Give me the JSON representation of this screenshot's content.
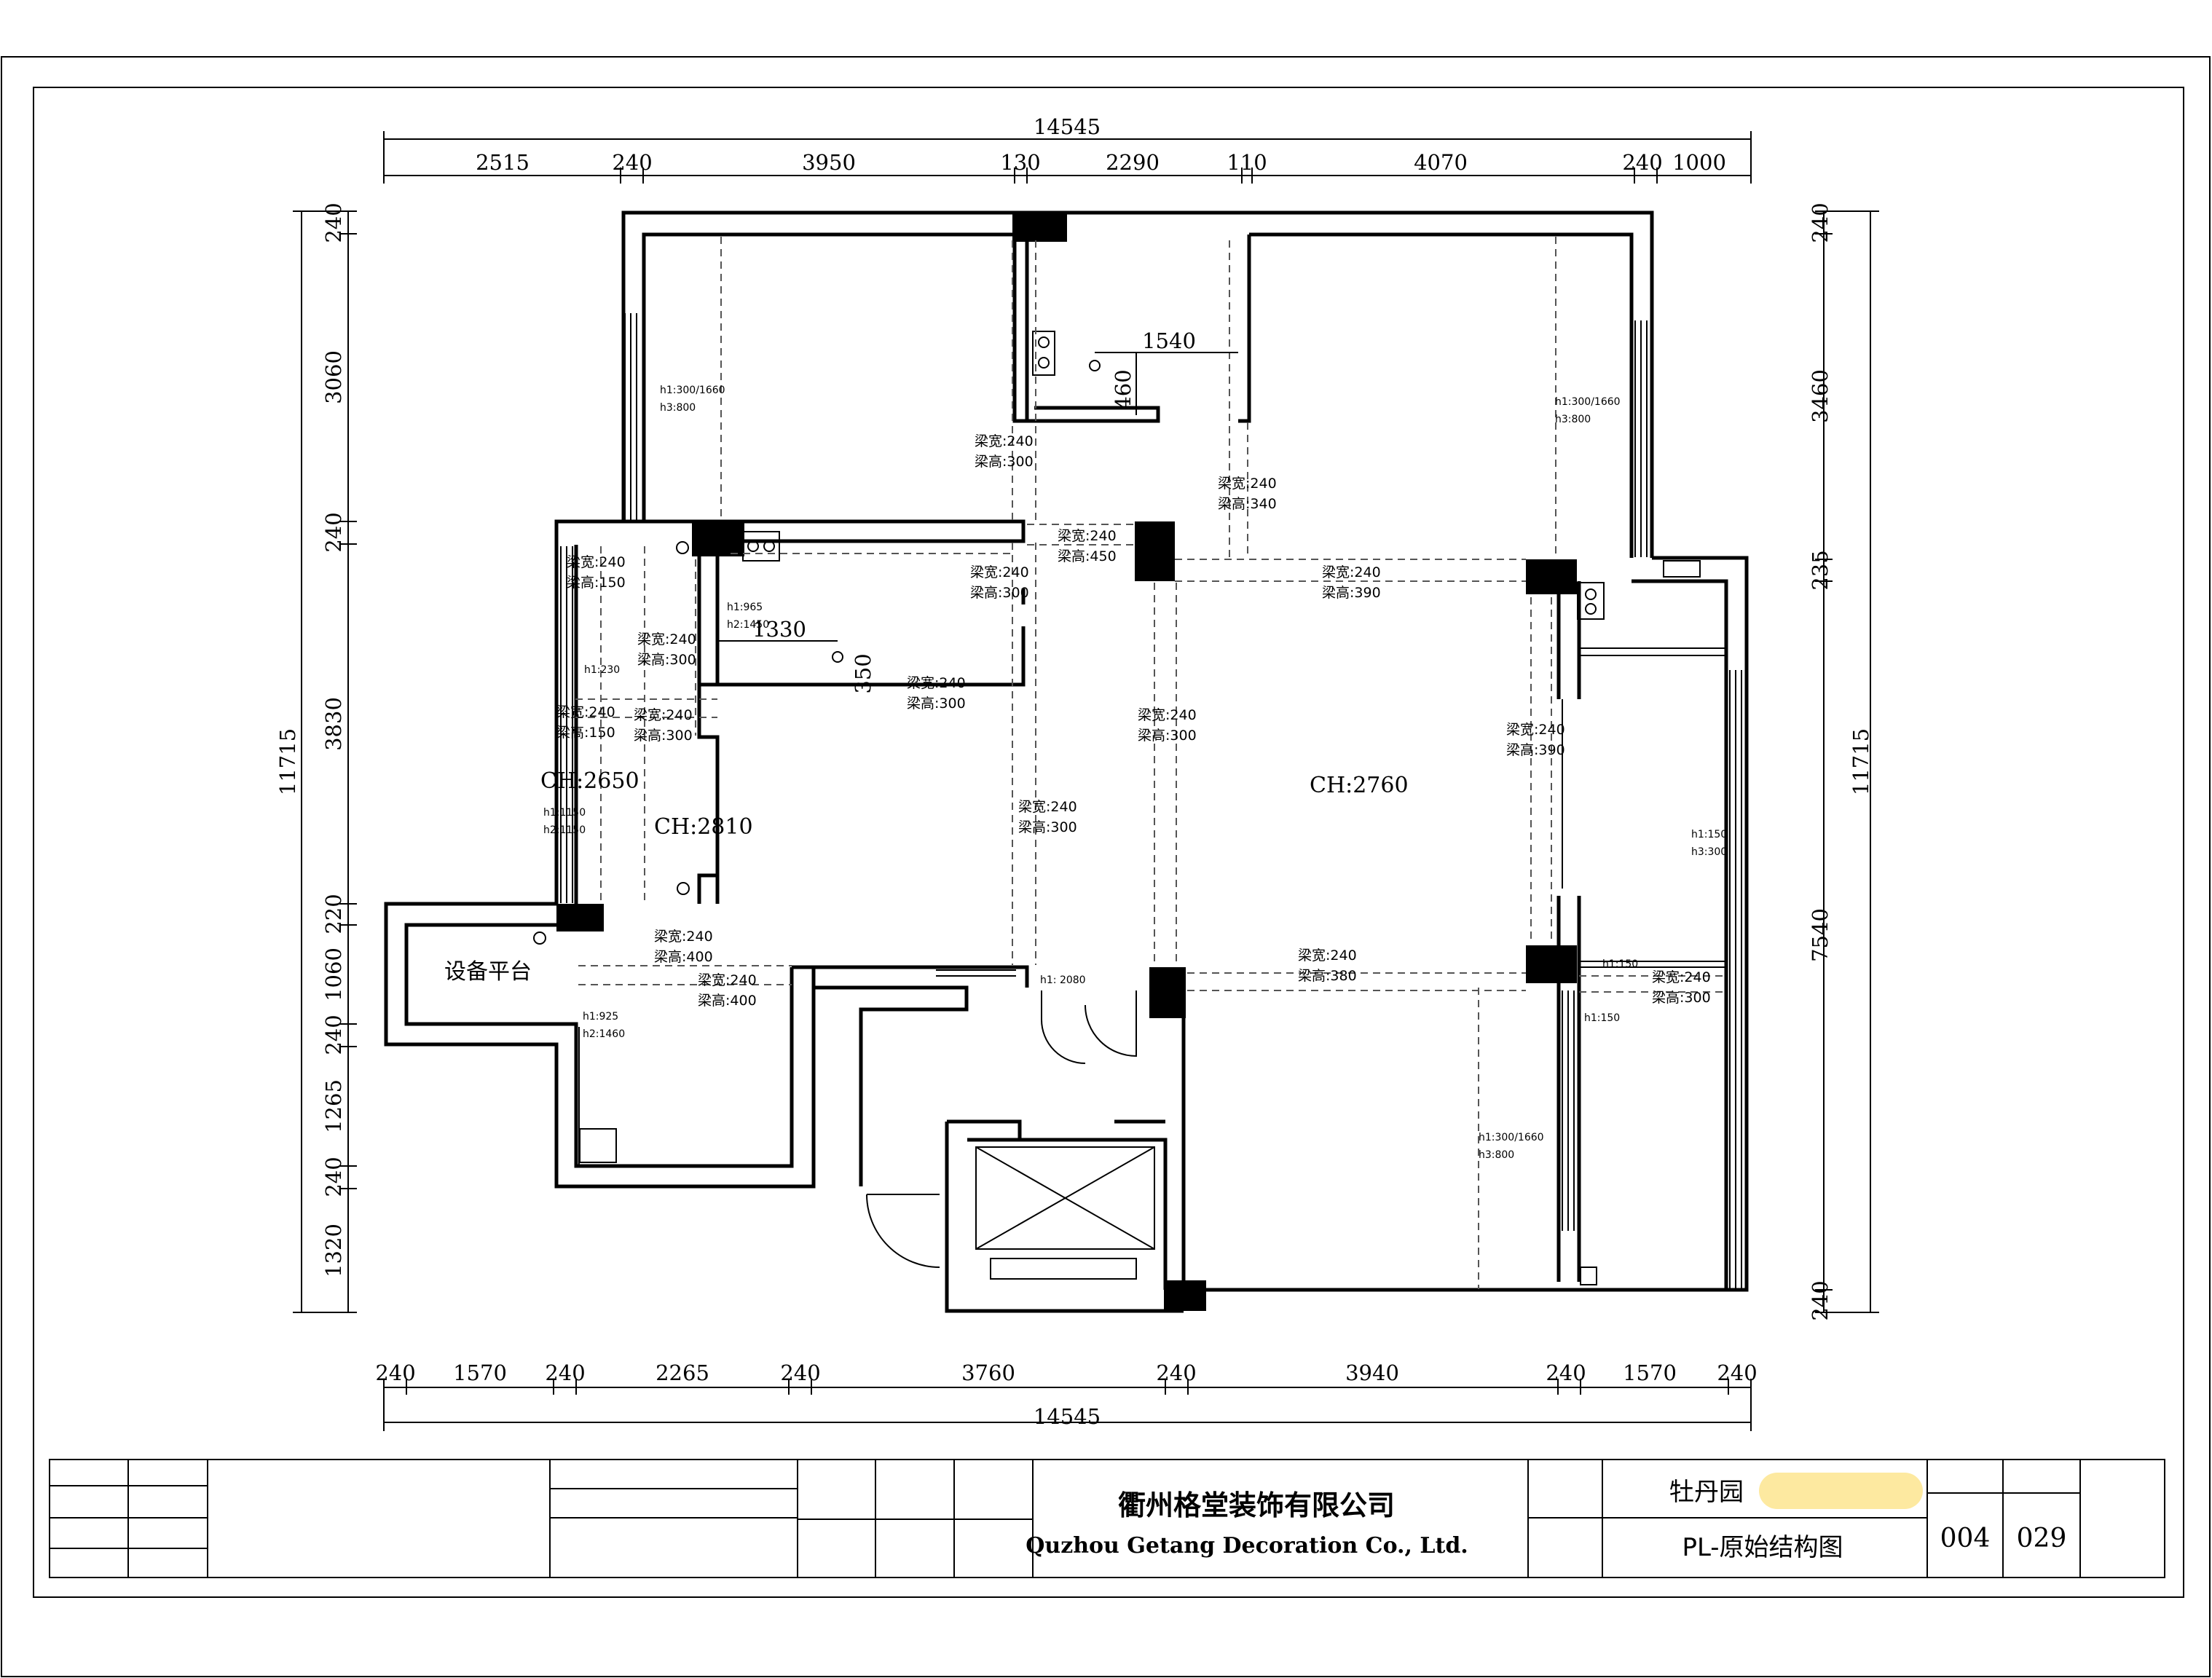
{
  "dimensions": {
    "top_total": "14545",
    "top_segments": [
      "2515",
      "240",
      "3950",
      "130",
      "2290",
      "110",
      "4070",
      "240",
      "1000"
    ],
    "bottom_total": "14545",
    "bottom_segments": [
      "240",
      "1570",
      "240",
      "2265",
      "240",
      "3760",
      "240",
      "3940",
      "240",
      "1570",
      "240"
    ],
    "left_total": "11715",
    "left_segments": [
      "240",
      "3060",
      "240",
      "3830",
      "220",
      "1060",
      "240",
      "1265",
      "240",
      "1320"
    ],
    "right_total": "11715",
    "right_segments": [
      "240",
      "3460",
      "235",
      "7540",
      "240"
    ],
    "inner": [
      "1540",
      "460",
      "1330",
      "350"
    ]
  },
  "rooms": {
    "ch_left": "CH:2650",
    "ch_middle": "CH:2810",
    "ch_main": "CH:2760",
    "equipment_platform": "设备平台"
  },
  "window_notes": {
    "top_left": [
      "h1:300/1660",
      "h3:800"
    ],
    "top_right": [
      "h1:300/1660",
      "h3:800"
    ],
    "lower_right": [
      "h1:300/1660",
      "h3:800"
    ],
    "kitchen": [
      "h1:965",
      "h2:1450"
    ],
    "small_a": "h1:230",
    "left_mid": [
      "h1:1150",
      "h2:1150"
    ],
    "platform": [
      "h1:925",
      "h2:1460"
    ],
    "right_mid": [
      "h1:150",
      "h3:300"
    ],
    "right_low_a": "h1:150",
    "right_low_b": "h1:150",
    "door": "h1: 2080"
  },
  "beams": [
    {
      "w": "梁宽:240",
      "h": "梁高:300"
    },
    {
      "w": "梁宽:240",
      "h": "梁高:340"
    },
    {
      "w": "梁宽:240",
      "h": "梁高:450"
    },
    {
      "w": "梁宽:240",
      "h": "梁高:150"
    },
    {
      "w": "梁宽:240",
      "h": "梁高:300"
    },
    {
      "w": "梁宽:240",
      "h": "梁高:390"
    },
    {
      "w": "梁宽:240",
      "h": "梁高:300"
    },
    {
      "w": "梁宽:240",
      "h": "梁高:300"
    },
    {
      "w": "梁宽:240",
      "h": "梁高:150"
    },
    {
      "w": "梁宽:240",
      "h": "梁高:300"
    },
    {
      "w": "梁宽:240",
      "h": "梁高:300"
    },
    {
      "w": "梁宽:240",
      "h": "梁高:390"
    },
    {
      "w": "梁宽:240",
      "h": "梁高:300"
    },
    {
      "w": "梁宽:240",
      "h": "梁高:400"
    },
    {
      "w": "梁宽:240",
      "h": "梁高:400"
    },
    {
      "w": "梁宽:240",
      "h": "梁高:380"
    },
    {
      "w": "梁宽:240",
      "h": "梁高:300"
    }
  ],
  "title_block": {
    "company_cn": "衢州格堂装饰有限公司",
    "company_en": "Quzhou Getang Decoration Co., Ltd.",
    "project": "牡丹园",
    "drawing_title": "PL-原始结构图",
    "sheet_no": "004",
    "total_sheets": "029",
    "highlight_color": "#fde9a0"
  }
}
